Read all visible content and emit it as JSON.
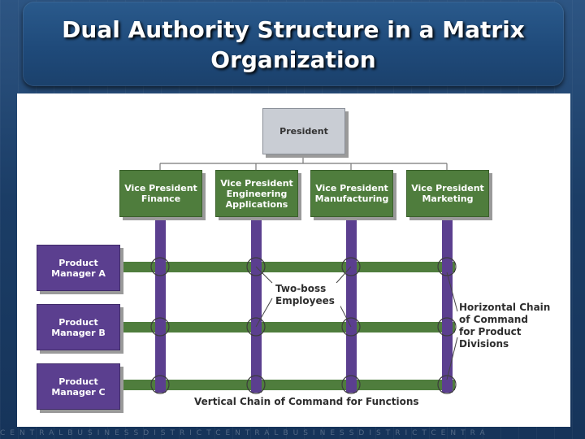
{
  "slide": {
    "title": "Dual Authority Structure in a Matrix Organization"
  },
  "chart": {
    "president": "President",
    "vice_presidents": [
      {
        "line1": "Vice President",
        "line2": "Finance",
        "line3": ""
      },
      {
        "line1": "Vice President",
        "line2": "Engineering",
        "line3": "Applications"
      },
      {
        "line1": "Vice President",
        "line2": "Manufacturing",
        "line3": ""
      },
      {
        "line1": "Vice President",
        "line2": "Marketing",
        "line3": ""
      }
    ],
    "product_managers": [
      {
        "line1": "Product",
        "line2": "Manager A"
      },
      {
        "line1": "Product",
        "line2": "Manager B"
      },
      {
        "line1": "Product",
        "line2": "Manager C"
      }
    ],
    "two_boss_label": {
      "line1": "Two-boss",
      "line2": "Employees"
    },
    "horizontal_label": {
      "line1": "Horizontal Chain",
      "line2": "of Command",
      "line3": "for Product",
      "line4": "Divisions"
    },
    "vertical_label": "Vertical Chain of Command for Functions"
  },
  "footer": {
    "watermark": "CENTRALBUSINESSDISTRICTCENTRALBUSINESSDISTRICTCENTRA"
  },
  "colors": {
    "vp_green": "#4f7d3d",
    "pm_purple": "#5b3f8f",
    "president_gray": "#c9cdd4",
    "title_blue": "#1f4a7a"
  }
}
